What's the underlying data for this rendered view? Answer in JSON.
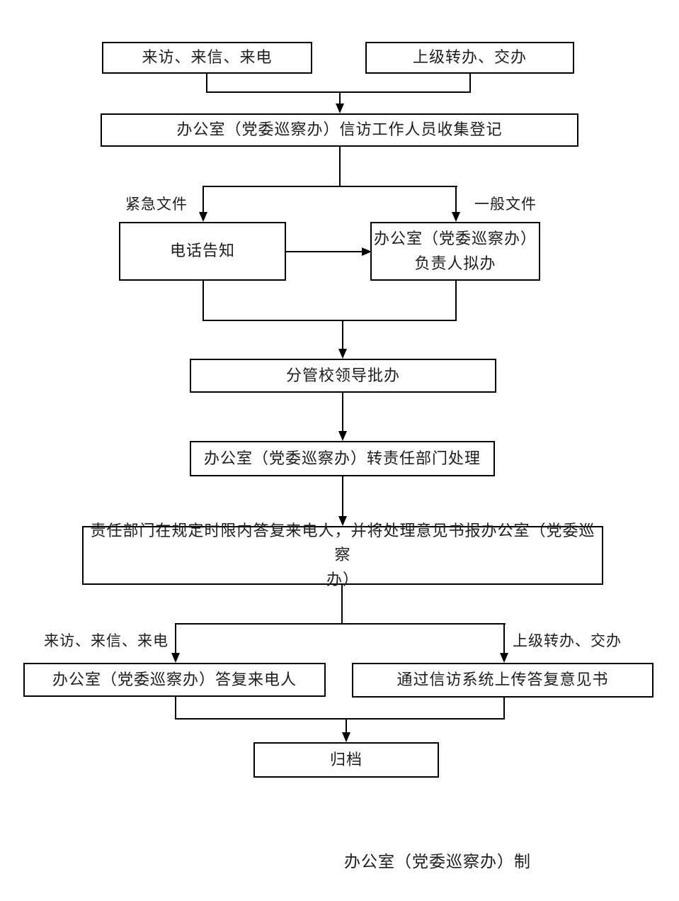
{
  "page": {
    "background": "#ffffff",
    "line_color": "#000000",
    "text_color": "#1d1d1d"
  },
  "diagram": {
    "nodes": {
      "visit_top": "来访、来信、来电",
      "superior_top": "上级转办、交办",
      "collect": "办公室（党委巡察办）信访工作人员收集登记",
      "phone": "电话告知",
      "director": "办公室（党委巡察办）\n负责人拟办",
      "leader": "分管校领导批办",
      "transfer": "办公室（党委巡察办）转责任部门处理",
      "reply_dept": "责任部门在规定时限内答复来电人，并将处理意见书报办公室（党委巡察\n办）",
      "reply_caller": "办公室（党委巡察办）答复来电人",
      "upload": "通过信访系统上传答复意见书",
      "archive": "归档"
    },
    "edge_labels": {
      "urgent": "紧急文件",
      "general": "一般文件",
      "visit_bottom": "来访、来信、来电",
      "superior_bottom": "上级转办、交办"
    },
    "edges": [
      {
        "from": "visit_top",
        "to": "collect"
      },
      {
        "from": "superior_top",
        "to": "collect"
      },
      {
        "from": "collect",
        "to": "phone",
        "label": "紧急文件"
      },
      {
        "from": "collect",
        "to": "director",
        "label": "一般文件"
      },
      {
        "from": "phone",
        "to": "director"
      },
      {
        "from": "phone",
        "to": "leader"
      },
      {
        "from": "director",
        "to": "leader"
      },
      {
        "from": "leader",
        "to": "transfer"
      },
      {
        "from": "transfer",
        "to": "reply_dept"
      },
      {
        "from": "reply_dept",
        "to": "reply_caller",
        "label": "来访、来信、来电"
      },
      {
        "from": "reply_dept",
        "to": "upload",
        "label": "上级转办、交办"
      },
      {
        "from": "reply_caller",
        "to": "archive"
      },
      {
        "from": "upload",
        "to": "archive"
      }
    ],
    "footer_credit": "办公室（党委巡察办）制"
  }
}
